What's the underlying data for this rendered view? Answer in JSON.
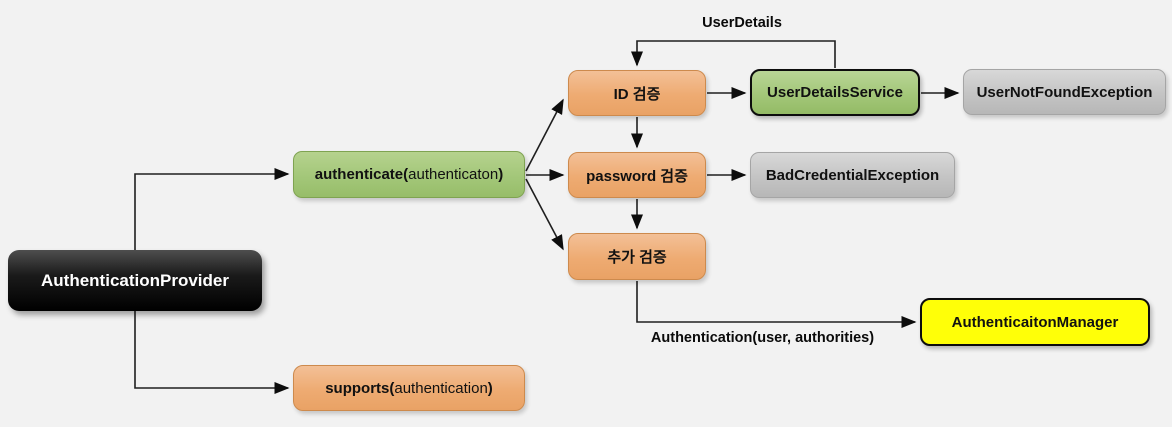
{
  "nodes": {
    "authentication_provider": {
      "label": "AuthenticationProvider"
    },
    "authenticate": {
      "prefix": "authenticate(",
      "arg": "authenticaton",
      "suffix": ")"
    },
    "supports": {
      "prefix": "supports(",
      "arg": "authentication",
      "suffix": ")"
    },
    "id_check": {
      "label": "ID 검증"
    },
    "password_check": {
      "label": "password 검증"
    },
    "extra_check": {
      "label": "추가 검증"
    },
    "user_details_service": {
      "label": "UserDetailsService"
    },
    "user_not_found_exception": {
      "label": "UserNotFoundException"
    },
    "bad_credential_exception": {
      "label": "BadCredentialException"
    },
    "authentication_manager": {
      "label": "AuthenticaitonManager"
    }
  },
  "edge_labels": {
    "user_details": "UserDetails",
    "authentication_args": "Authentication(user, authorities)"
  },
  "colors": {
    "background": "#f2f2f2",
    "node_black": "#000000",
    "node_green": "#a3c779",
    "node_orange": "#eeab72",
    "node_gray": "#c4c4c4",
    "node_yellow": "#ffff08",
    "line": "#1a1a1a"
  }
}
